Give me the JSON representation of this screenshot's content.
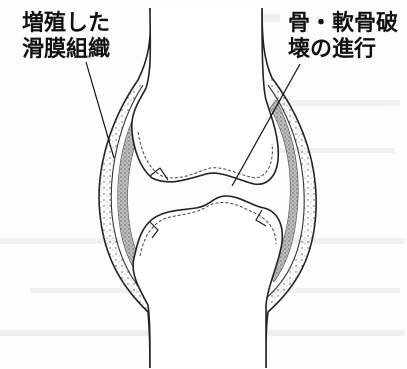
{
  "labels": {
    "synovium_line1": "増殖した",
    "synovium_line2": "滑膜組織",
    "destruction_line1": "骨・軟骨破",
    "destruction_line2": "壊の進行"
  }
}
